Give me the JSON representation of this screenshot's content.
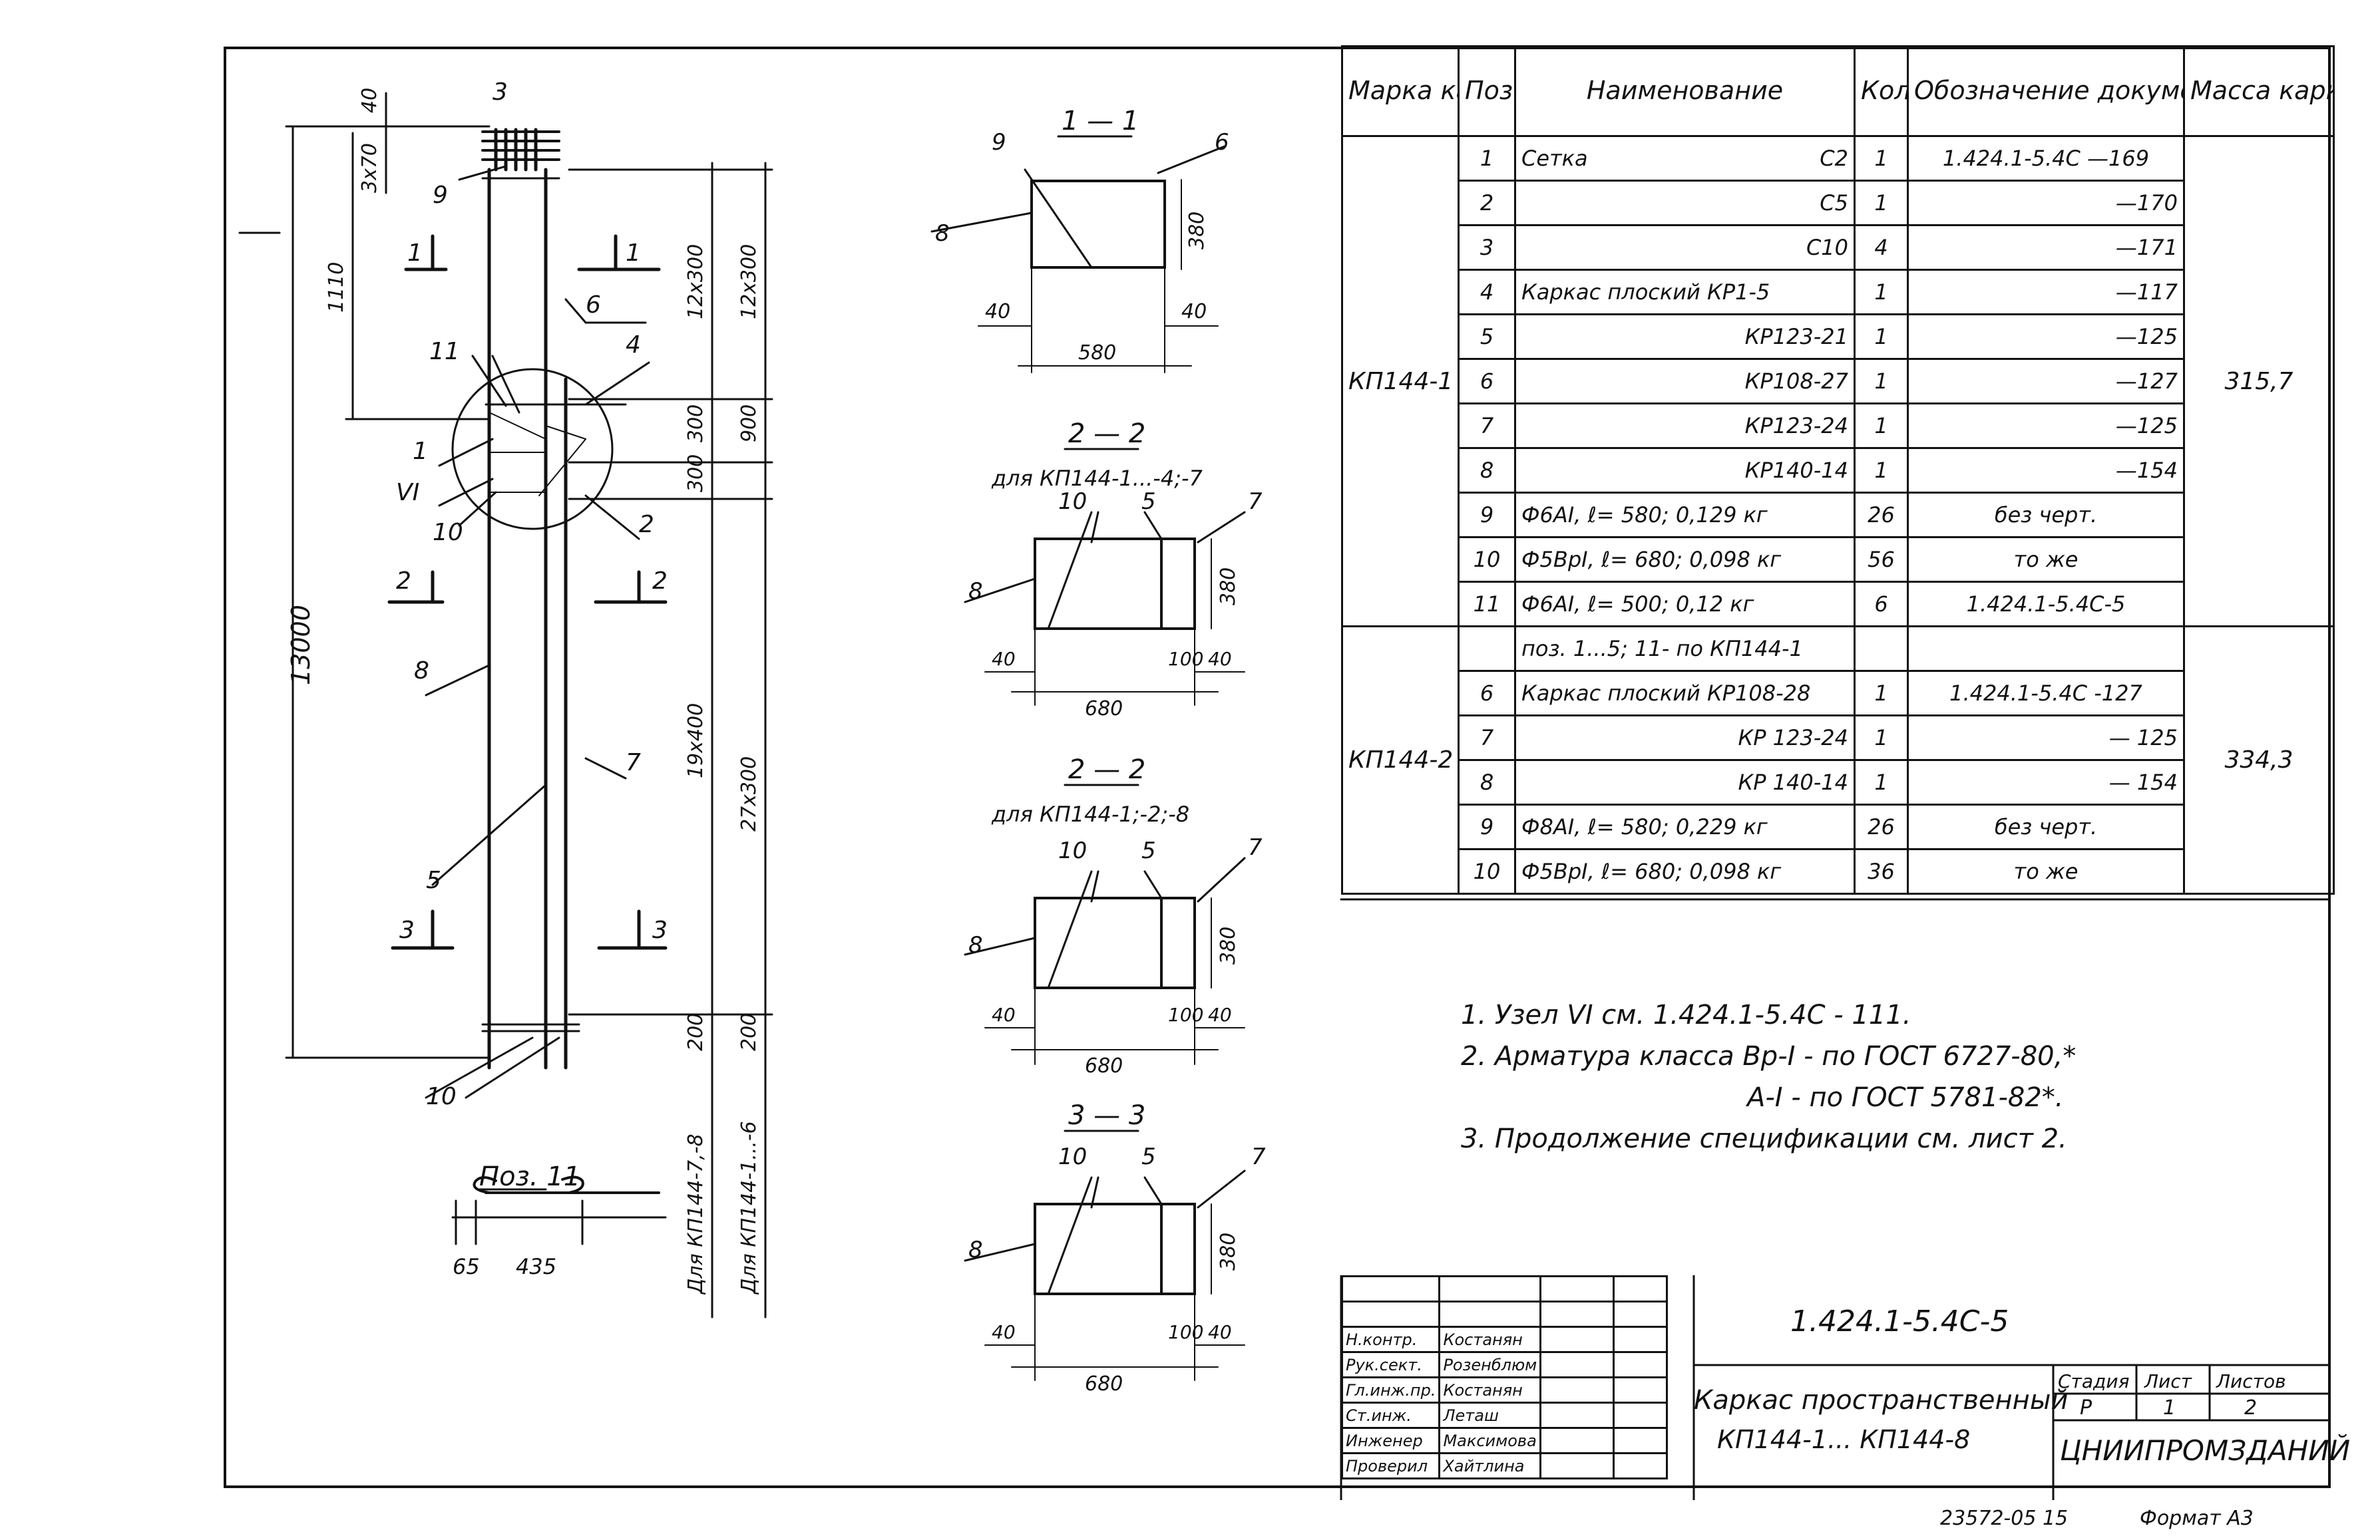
{
  "elevation": {
    "dims": {
      "d40": "40",
      "d3x70": "3х70",
      "d1110": "1110",
      "d12x300a": "12х300",
      "d12x300b": "12х300",
      "d900": "900",
      "d300a": "300",
      "d300b": "300",
      "d13000": "13000",
      "d19x400": "19х400",
      "d27x300": "27х300",
      "d200a": "200",
      "d200b": "200",
      "for_kp_a": "Для КП144-1...-6",
      "for_kp_b": "Для КП144-7,-8"
    },
    "labels": [
      "3",
      "9",
      "1",
      "1",
      "6",
      "11",
      "4",
      "1",
      "VI",
      "10",
      "2",
      "2",
      "2",
      "8",
      "7",
      "5",
      "3",
      "3",
      "10"
    ],
    "pos_title": "Поз. 11",
    "pos_dims": {
      "a": "65",
      "b": "435"
    }
  },
  "sections": {
    "s1": {
      "title": "1 — 1",
      "dims": [
        "380",
        "40",
        "40",
        "580"
      ],
      "labels": [
        "9",
        "6",
        "8"
      ]
    },
    "s2a": {
      "title": "2 — 2",
      "subtitle": "для КП144-1...-4;-7",
      "dims": [
        "380",
        "40",
        "100",
        "40",
        "680"
      ],
      "labels": [
        "10",
        "5",
        "7",
        "8"
      ]
    },
    "s2b": {
      "title": "2 — 2",
      "subtitle": "для КП144-1;-2;-8",
      "dims": [
        "380",
        "40",
        "100",
        "40",
        "680"
      ],
      "labels": [
        "10",
        "5",
        "7",
        "8"
      ]
    },
    "s3": {
      "title": "3 — 3",
      "dims": [
        "380",
        "40",
        "100",
        "40",
        "680"
      ],
      "labels": [
        "10",
        "5",
        "7",
        "8"
      ]
    }
  },
  "spec": {
    "headers": [
      "Марка каркаса",
      "Поз.",
      "Наименование",
      "Кол.",
      "Обозначение документа",
      "Масса каркаса, кг"
    ],
    "group1": {
      "mark": "КП144-1",
      "mass": "315,7"
    },
    "group2": {
      "mark": "КП144-2",
      "mass": "334,3"
    },
    "rows": [
      [
        "1",
        "Сетка",
        "С2",
        "1",
        "1.424.1-5.4С —169"
      ],
      [
        "2",
        "",
        "С5",
        "1",
        "—170"
      ],
      [
        "3",
        "",
        "С10",
        "4",
        "—171"
      ],
      [
        "4",
        "Каркас плоский КР1-5",
        "",
        "1",
        "—117"
      ],
      [
        "5",
        "",
        "КР123-21",
        "1",
        "—125"
      ],
      [
        "6",
        "",
        "КР108-27",
        "1",
        "—127"
      ],
      [
        "7",
        "",
        "КР123-24",
        "1",
        "—125"
      ],
      [
        "8",
        "",
        "КР140-14",
        "1",
        "—154"
      ],
      [
        "9",
        "Ф6АI, ℓ= 580; 0,129 кг",
        "",
        "26",
        "без черт."
      ],
      [
        "10",
        "Ф5ВрI, ℓ= 680; 0,098 кг",
        "",
        "56",
        "то же"
      ],
      [
        "11",
        "Ф6АI, ℓ= 500; 0,12 кг",
        "",
        "6",
        "1.424.1-5.4С-5"
      ],
      [
        "",
        "поз. 1...5; 11- по КП144-1",
        "",
        "",
        ""
      ],
      [
        "6",
        "Каркас плоский КР108-28",
        "",
        "1",
        "1.424.1-5.4С -127"
      ],
      [
        "7",
        "",
        "КР 123-24",
        "1",
        "— 125"
      ],
      [
        "8",
        "",
        "КР 140-14",
        "1",
        "— 154"
      ],
      [
        "9",
        "Ф8АI, ℓ= 580; 0,229 кг",
        "",
        "26",
        "без черт."
      ],
      [
        "10",
        "Ф5ВрI, ℓ= 680; 0,098 кг",
        "",
        "36",
        "то же"
      ]
    ]
  },
  "notes": [
    "1. Узел VI см. 1.424.1-5.4С - 111.",
    "2. Арматура класса Вр-I - по ГОСТ 6727-80,*",
    "A-I - по ГОСТ 5781-82*.",
    "3. Продолжение спецификации см. лист 2."
  ],
  "titleblock": {
    "doc_code": "1.424.1-5.4С-5",
    "title_line1": "Каркас пространственный",
    "title_line2": "КП144-1... КП144-8",
    "stage_h": "Стадия",
    "sheet_h": "Лист",
    "sheets_h": "Листов",
    "stage": "Р",
    "sheet": "1",
    "sheets": "2",
    "org": "ЦНИИПРОМЗДАНИЙ",
    "people": [
      [
        "Н.контр.",
        "Костанян"
      ],
      [
        "Рук.сект.",
        "Розенблюм"
      ],
      [
        "Гл.инж.пр.",
        "Костанян"
      ],
      [
        "Ст.инж.",
        "Леташ"
      ],
      [
        "Инженер",
        "Максимова"
      ],
      [
        "Проверил",
        "Хайтлина"
      ]
    ]
  },
  "footer": {
    "code": "23572-05 15",
    "format": "Формат А3"
  }
}
